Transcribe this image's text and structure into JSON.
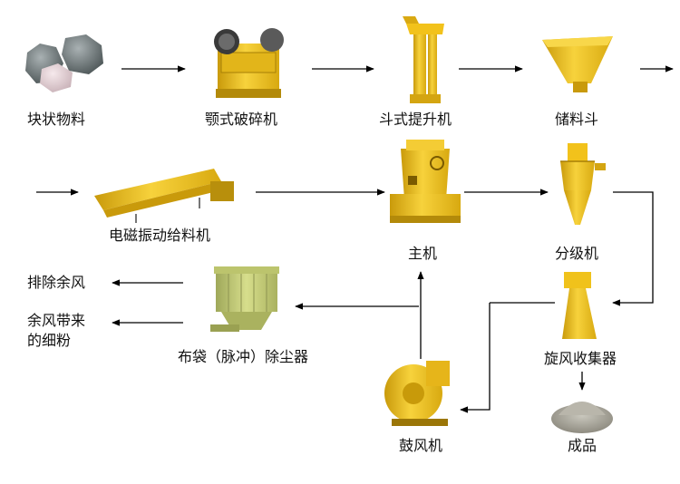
{
  "flow": {
    "row1": {
      "raw_material": "块状物料",
      "jaw_crusher": "颚式破碎机",
      "bucket_elevator": "斗式提升机",
      "storage_hopper": "储料斗"
    },
    "row2": {
      "vibrating_feeder": "电磁振动给料机",
      "main_mill": "主机",
      "classifier": "分级机"
    },
    "row3": {
      "exhaust_air": "排除余风",
      "residual_fines_line1": "余风带来",
      "residual_fines_line2": "的细粉",
      "bag_filter": "布袋（脉冲）除尘器",
      "cyclone": "旋风收集器"
    },
    "row4": {
      "blower": "鼓风机",
      "product": "成品"
    }
  },
  "colors": {
    "machine_yellow": "#f2c21b",
    "machine_shadow": "#c99a0b",
    "dust_collector_green": "#c9d27a",
    "arrow": "#000000"
  }
}
